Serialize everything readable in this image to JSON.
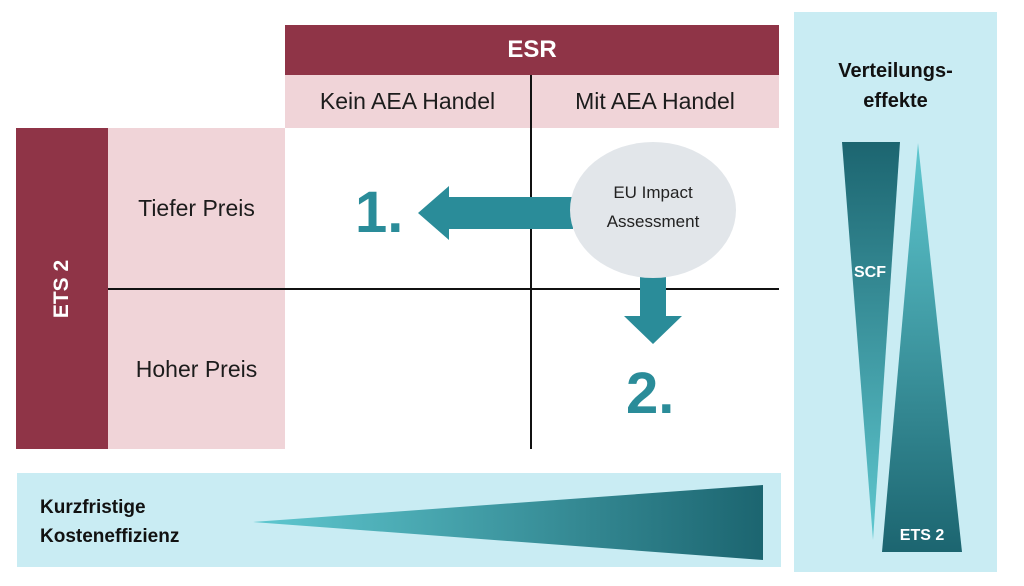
{
  "esr": {
    "title": "ESR",
    "col_left": "Kein AEA Handel",
    "col_right": "Mit AEA Handel"
  },
  "ets2": {
    "title": "ETS 2",
    "row_top": "Tiefer Preis",
    "row_bottom": "Hoher Preis"
  },
  "center": {
    "bubble_line1": "EU Impact",
    "bubble_line2": "Assessment",
    "step1": "1.",
    "step2": "2."
  },
  "side": {
    "title_line1": "Verteilungs-",
    "title_line2": "effekte",
    "scf_label": "SCF",
    "ets2_label": "ETS 2"
  },
  "bottom": {
    "line1": "Kurzfristige",
    "line2": "Kosteneffizienz"
  },
  "colors": {
    "maroon": "#8f3447",
    "pink": "#f0d4d8",
    "teal": "#2a8c99",
    "aqua": "#c9ecf3",
    "bubble": "#e2e6ea"
  }
}
